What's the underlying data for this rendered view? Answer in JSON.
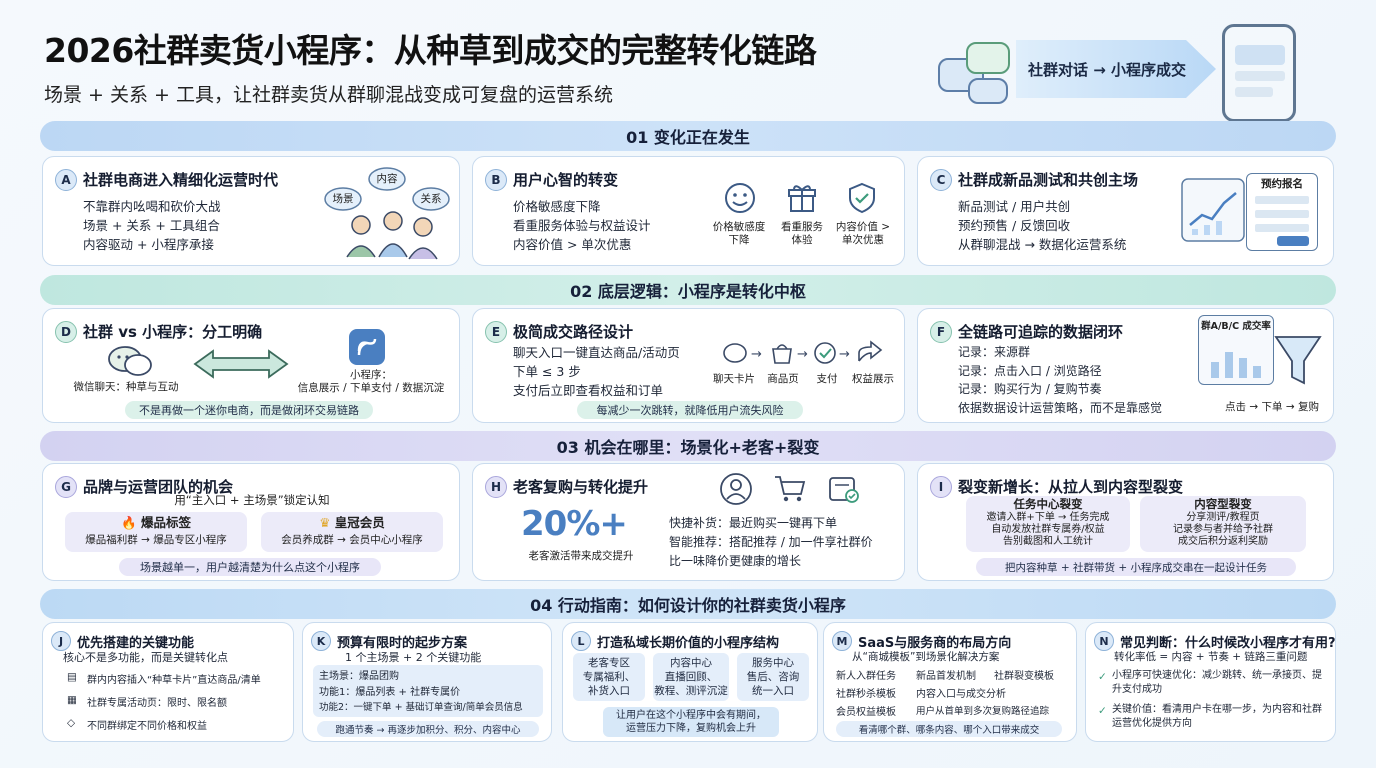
{
  "header": {
    "title": "2026社群卖货小程序：从种草到成交的完整转化链路",
    "subtitle": "场景 + 关系 + 工具，让社群卖货从群聊混战变成可复盘的运营系统",
    "hero_label": "社群对话 → 小程序成交"
  },
  "sections": {
    "s1": "01 变化正在发生",
    "s2": "02 底层逻辑：小程序是转化中枢",
    "s3": "03 机会在哪里：场景化+老客+裂变",
    "s4": "04 行动指南：如何设计你的社群卖货小程序"
  },
  "cards": {
    "a": {
      "badge": "A",
      "title": "社群电商进入精细化运营时代",
      "lines": [
        "不靠群内吆喝和砍价大战",
        "场景 + 关系 + 工具组合",
        "内容驱动 + 小程序承接"
      ],
      "bubbles": [
        "场景",
        "内容",
        "关系"
      ]
    },
    "b": {
      "badge": "B",
      "title": "用户心智的转变",
      "lines": [
        "价格敏感度下降",
        "看重服务体验与权益设计",
        "内容价值 > 单次优惠"
      ],
      "icons": [
        "价格敏感度\n下降",
        "看重服务\n体验",
        "内容价值 >\n单次优惠"
      ]
    },
    "c": {
      "badge": "C",
      "title": "社群成新品测试和共创主场",
      "lines": [
        "新品测试 / 用户共创",
        "预约预售 / 反馈回收",
        "从群聊混战 → 数据化运营系统"
      ],
      "form_title": "预约报名"
    },
    "d": {
      "badge": "D",
      "title": "社群 vs 小程序：分工明确",
      "left_label": "微信聊天：种草与互动",
      "right_label": "小程序：\n信息展示 / 下单支付 / 数据沉淀",
      "note": "不是再做一个迷你电商，而是做闭环交易链路"
    },
    "e": {
      "badge": "E",
      "title": "极简成交路径设计",
      "lines": [
        "聊天入口一键直达商品/活动页",
        "下单 ≤ 3 步",
        "支付后立即查看权益和订单"
      ],
      "steps": [
        "聊天卡片",
        "商品页",
        "支付",
        "权益展示"
      ],
      "note": "每减少一次跳转，就降低用户流失风险"
    },
    "f": {
      "badge": "F",
      "title": "全链路可追踪的数据闭环",
      "lines": [
        "记录：来源群",
        "记录：点击入口 / 浏览路径",
        "记录：购买行为 / 复购节奏",
        "依据数据设计运营策略，而不是靠感觉"
      ],
      "chart_title": "群A/B/C 成交率",
      "funnel_label": "点击 → 下单 → 复购"
    },
    "g": {
      "badge": "G",
      "title": "品牌与运营团队的机会",
      "sub": "用“主入口 + 主场景”锁定认知",
      "box1_title": "爆品标签",
      "box1_text": "爆品福利群 → 爆品专区小程序",
      "box2_title": "皇冠会员",
      "box2_text": "会员养成群 → 会员中心小程序",
      "note": "场景越单一，用户越清楚为什么点这个小程序"
    },
    "h": {
      "badge": "H",
      "title": "老客复购与转化提升",
      "big_number": "20%+",
      "big_caption": "老客激活带来成交提升",
      "lines": [
        "快捷补货：最近购买一键再下单",
        "智能推荐：搭配推荐 / 加一件享社群价",
        "比一味降价更健康的增长"
      ]
    },
    "i": {
      "badge": "I",
      "title": "裂变新增长：从拉人到内容型裂变",
      "box1_title": "任务中心裂变",
      "box1_lines": [
        "邀请入群+下单 → 任务完成",
        "自动发放社群专属券/权益",
        "告别截图和人工统计"
      ],
      "box2_title": "内容型裂变",
      "box2_lines": [
        "分享测评/教程页",
        "记录参与者并给予社群",
        "成交后积分返利奖励"
      ],
      "note": "把内容种草 + 社群带货 + 小程序成交串在一起设计任务"
    },
    "j": {
      "badge": "J",
      "title": "优先搭建的关键功能",
      "sub": "核心不是多功能，而是关键转化点",
      "items": [
        "群内内容插入“种草卡片”直达商品/清单",
        "社群专属活动页：限时、限名额",
        "不同群绑定不同价格和权益"
      ]
    },
    "k": {
      "badge": "K",
      "title": "预算有限时的起步方案",
      "sub": "1 个主场景 + 2 个关键功能",
      "items": [
        "主场景：爆品团购",
        "功能1：爆品列表 + 社群专属价",
        "功能2：一键下单 + 基础订单查询/简单会员信息"
      ],
      "note": "跑通节奏 → 再逐步加积分、积分、内容中心"
    },
    "l": {
      "badge": "L",
      "title": "打造私域长期价值的小程序结构",
      "grid": [
        "老客专区\n专属福利、\n补货入口",
        "内容中心\n直播回顾、\n教程、测评沉淀",
        "服务中心\n售后、咨询\n统一入口"
      ],
      "note": "让用户在这个小程序中会有期间，\n运营压力下降，复购机会上升"
    },
    "m": {
      "badge": "M",
      "title": "SaaS与服务商的布局方向",
      "sub": "从“商城模板”到场景化解决方案",
      "grid": [
        "新人入群任务",
        "新品首发机制",
        "社群裂变模板",
        "社群秒杀模板",
        "内容入口与成交分析",
        "会员权益模板",
        "用户从首单到多次复购路径追踪"
      ],
      "note": "看清哪个群、哪条内容、哪个入口带来成交"
    },
    "n": {
      "badge": "N",
      "title": "常见判断：什么时候改小程序才有用?",
      "sub": "转化率低 = 内容 + 节奏 + 链路三重问题",
      "items": [
        "小程序可快速优化：减少跳转、统一承接页、提升支付成功",
        "关键价值：看清用户卡在哪一步，为内容和社群运营优化提供方向"
      ]
    }
  },
  "colors": {
    "accent": "#4a7fc1",
    "green": "#3c9b7c",
    "purple": "#7b74c9",
    "orange": "#e98a2b"
  }
}
